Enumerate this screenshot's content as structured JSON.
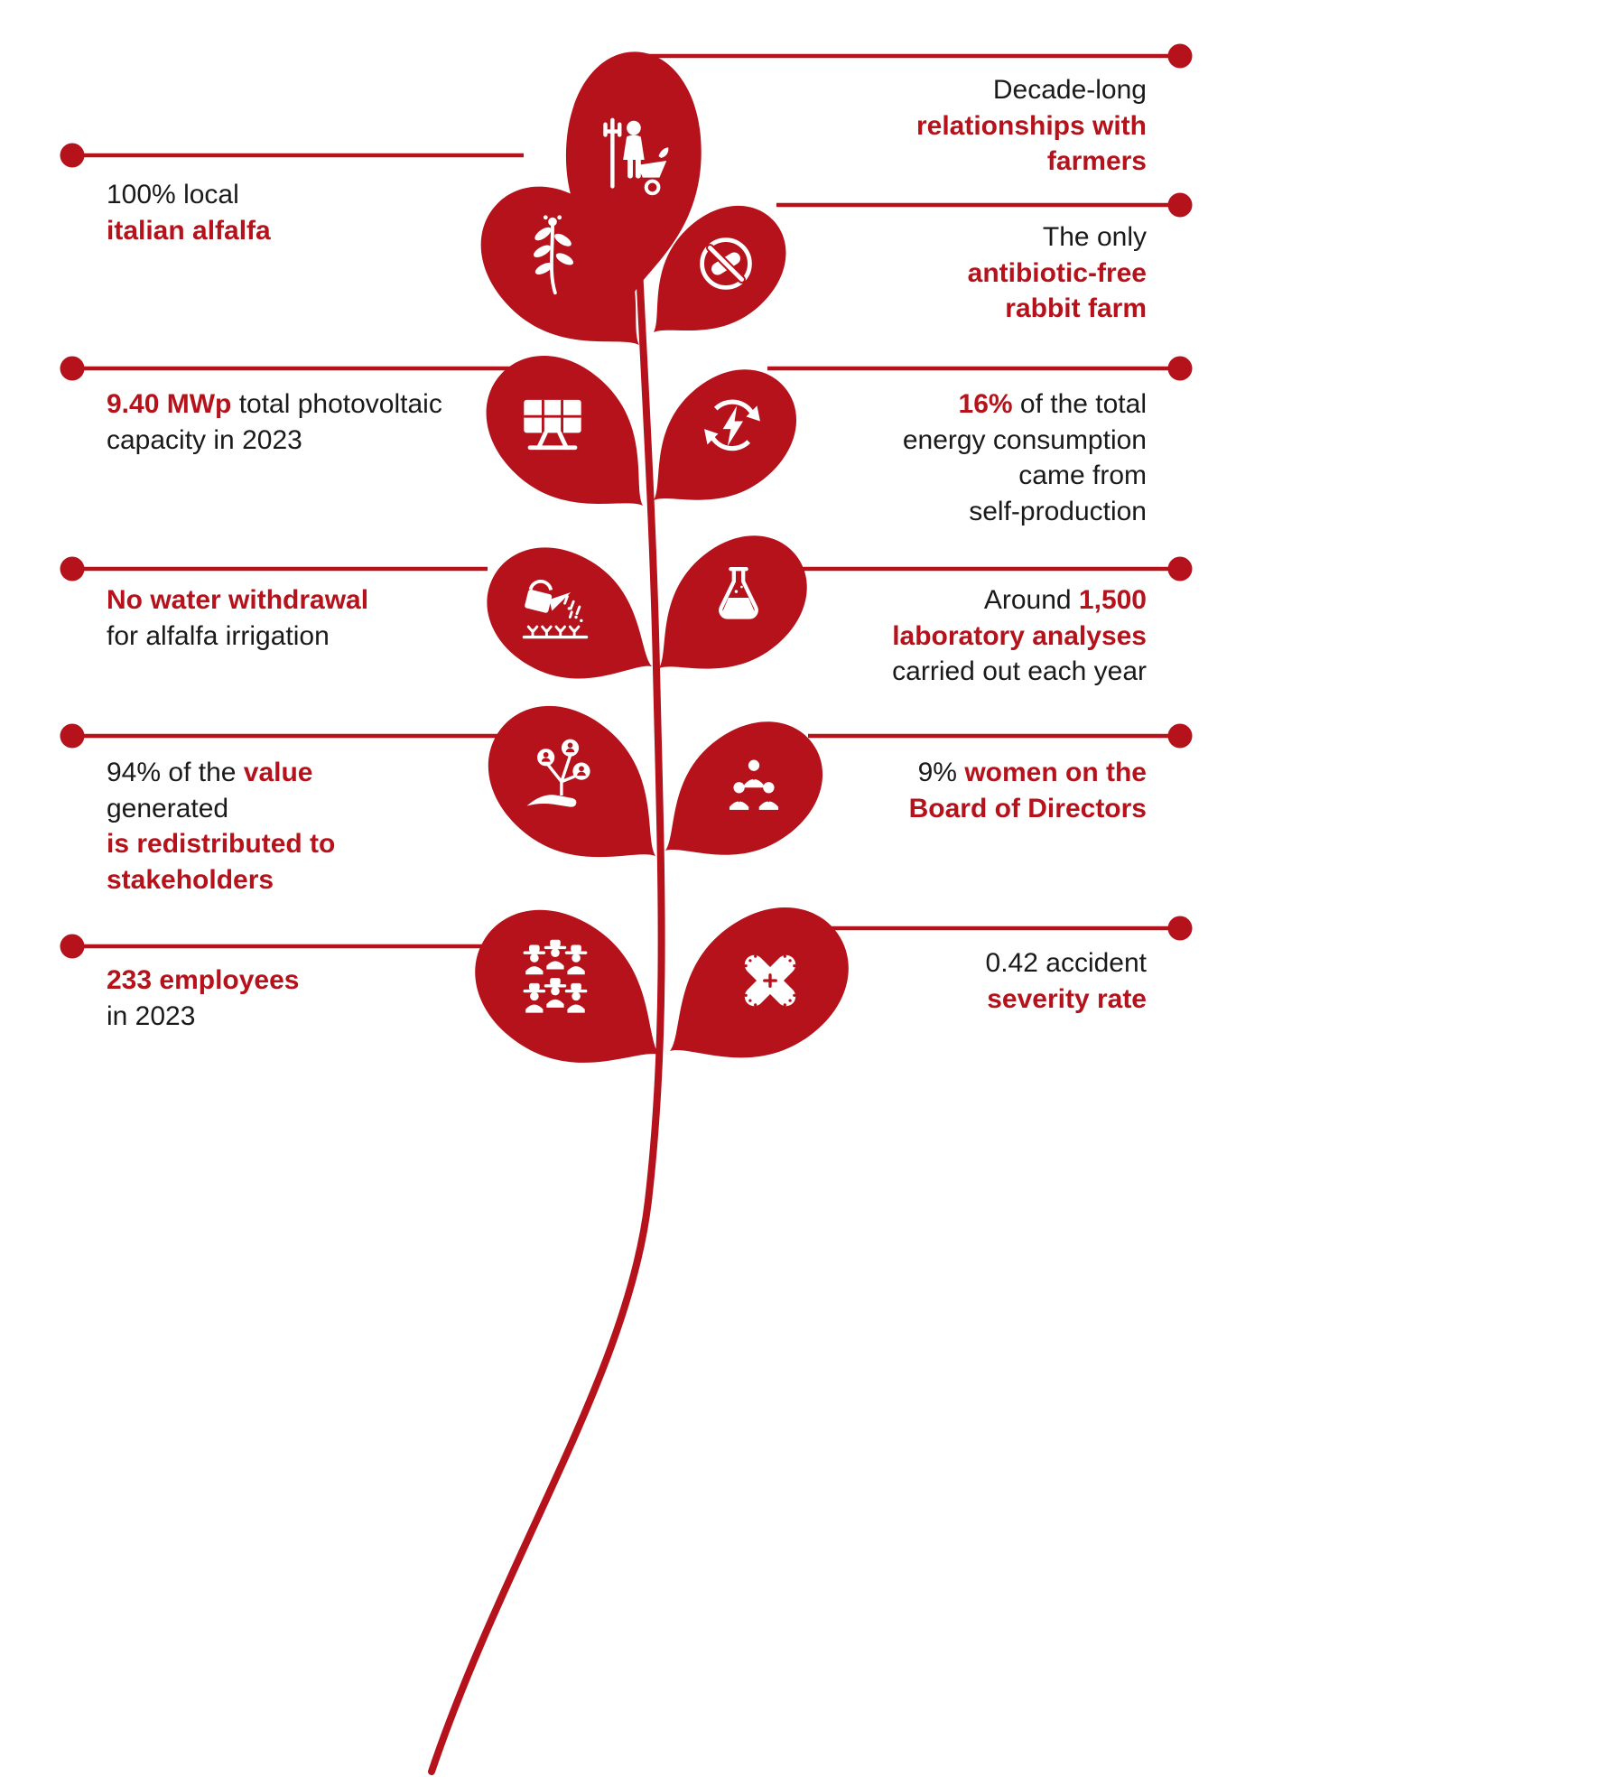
{
  "theme": {
    "accent": "#b5121b",
    "text": "#1a1a1a",
    "background": "#ffffff"
  },
  "callouts": {
    "farmers": {
      "plain1": "Decade-long\n",
      "accent1": "relationships with\nfarmers"
    },
    "alfalfa": {
      "plain1": "100% local\n",
      "accent1": "italian alfalfa"
    },
    "rabbit": {
      "plain1": "The only\n",
      "accent1": "antibiotic-free\nrabbit farm"
    },
    "photovoltaic": {
      "accent1": "9.40 MWp",
      "plain1": " total photovoltaic\ncapacity in 2023"
    },
    "energy": {
      "accent1": "16%",
      "plain1": " of the total\nenergy consumption\ncame from\nself-production"
    },
    "water": {
      "accent1": "No water withdrawal",
      "plain1": "\nfor alfalfa irrigation"
    },
    "laboratory": {
      "plain1": "Around ",
      "accent1": "1,500\nlaboratory analyses",
      "plain2": "\ncarried out each year"
    },
    "value": {
      "plain1": "94% of the ",
      "accent1": "value",
      "plain2": "\ngenerated\n",
      "accent2": "is redistributed to\nstakeholders"
    },
    "board": {
      "plain1": "9% ",
      "accent1": "women on the\nBoard of Directors"
    },
    "employees": {
      "accent1": "233 employees",
      "plain1": "\nin 2023"
    },
    "accident": {
      "plain1": "0.42 accident\n",
      "accent1": "severity rate"
    }
  },
  "leaves": [
    {
      "id": "farmers",
      "side": "top",
      "icon": "farmer-with-wheelbarrow-icon"
    },
    {
      "id": "alfalfa",
      "side": "left",
      "icon": "alfalfa-sprig-icon"
    },
    {
      "id": "rabbit",
      "side": "right",
      "icon": "no-antibiotics-pill-icon"
    },
    {
      "id": "photovoltaic",
      "side": "left",
      "icon": "solar-panel-icon"
    },
    {
      "id": "energy",
      "side": "right",
      "icon": "renewable-energy-cycle-icon"
    },
    {
      "id": "water",
      "side": "left",
      "icon": "watering-can-irrigation-icon"
    },
    {
      "id": "laboratory",
      "side": "right",
      "icon": "lab-flask-icon"
    },
    {
      "id": "value",
      "side": "left",
      "icon": "hand-stakeholder-network-icon"
    },
    {
      "id": "board",
      "side": "right",
      "icon": "board-members-icon"
    },
    {
      "id": "employees",
      "side": "left",
      "icon": "employees-group-icon"
    },
    {
      "id": "accident",
      "side": "right",
      "icon": "crossed-bandages-icon"
    }
  ]
}
